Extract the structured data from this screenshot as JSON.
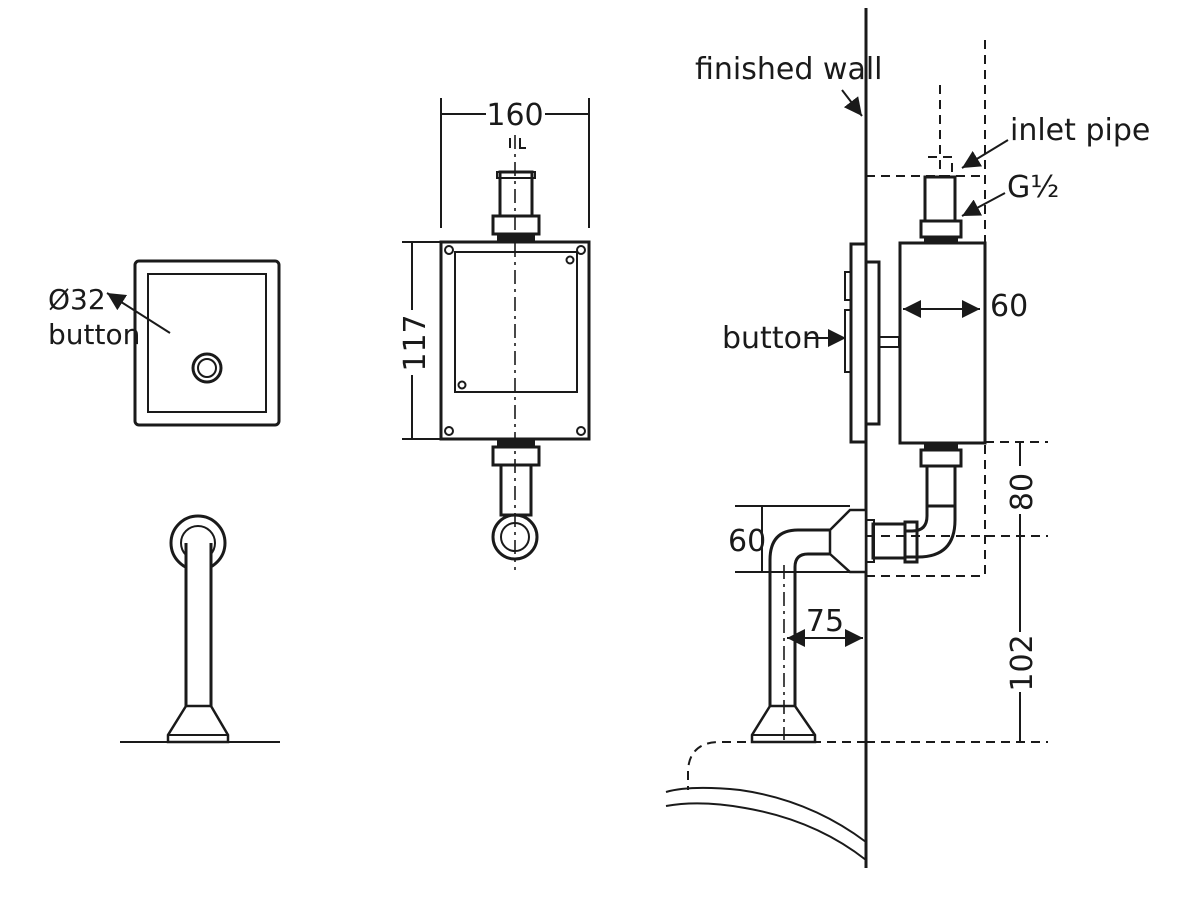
{
  "labels": {
    "button_front_diameter": "Ø32",
    "button_front": "button",
    "top_width": "160",
    "height": "117",
    "finished_wall": "finished wall",
    "inlet_pipe": "inlet pipe",
    "thread": "G½",
    "depth": "60",
    "button_side": "button",
    "outlet_offset": "80",
    "pipe_height": "60",
    "projection": "75",
    "floor_height": "102"
  },
  "colors": {
    "line": "#1a1a1a",
    "background": "#ffffff"
  }
}
